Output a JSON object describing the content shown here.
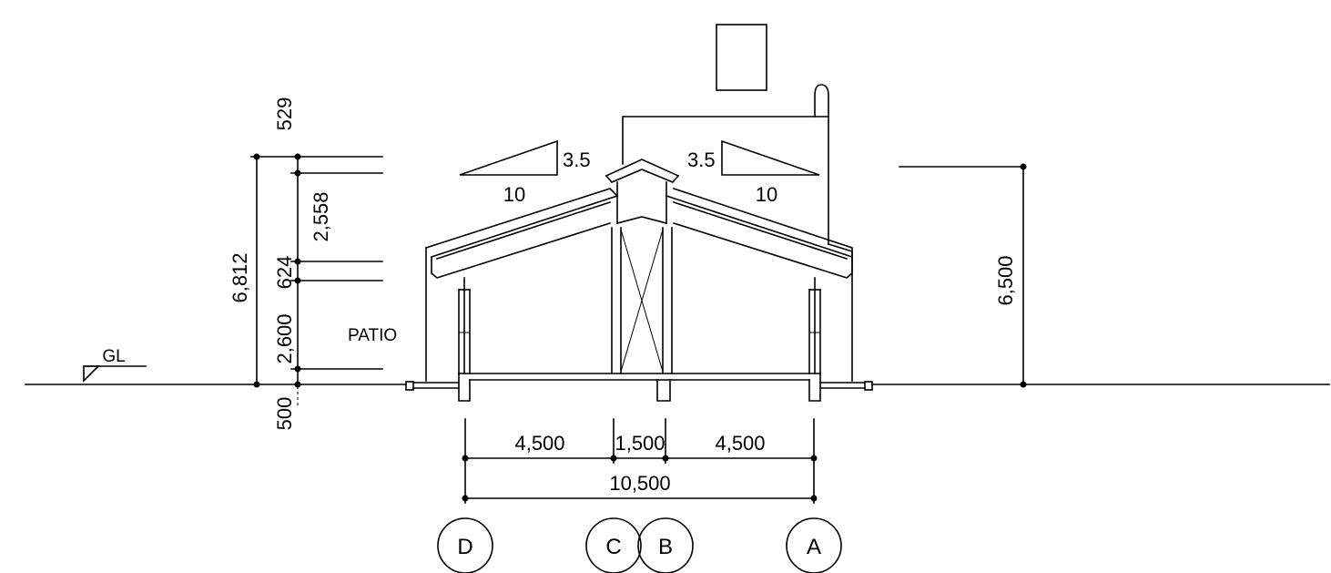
{
  "labels": {
    "ground_level": "GL",
    "patio": "PATIO"
  },
  "slopes": {
    "left": {
      "rise": "3.5",
      "run": "10"
    },
    "right": {
      "rise": "3.5",
      "run": "10"
    }
  },
  "vertical_dimensions": {
    "top_overall": "529",
    "overall_height": "6,812",
    "roof_rise": "2,558",
    "eave_zone": "624",
    "wall_height": "2,600",
    "foundation": "500",
    "right_height": "6,500"
  },
  "horizontal_dimensions": {
    "bay_left": "4,500",
    "bay_middle": "1,500",
    "bay_right": "4,500",
    "overall_width": "10,500"
  },
  "grid_axes": [
    "D",
    "C",
    "B",
    "A"
  ]
}
